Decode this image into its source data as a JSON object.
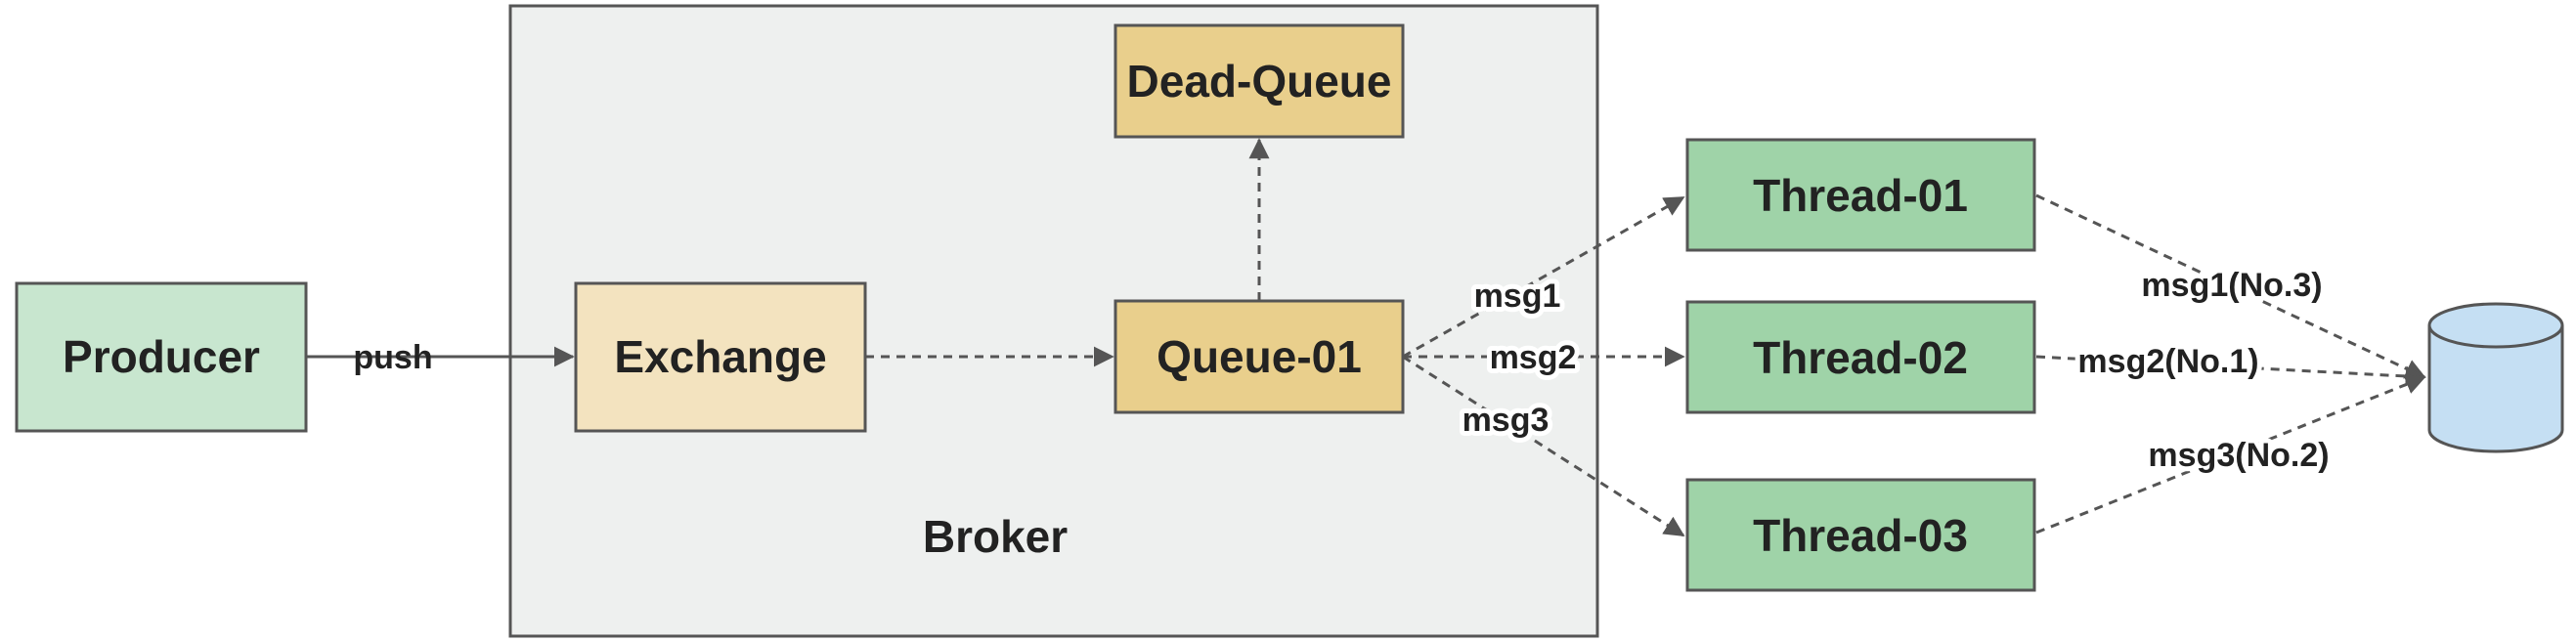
{
  "colors": {
    "producer_fill": "#c8e6cf",
    "exchange_fill": "#f3e3bf",
    "queue_fill": "#e9cf8c",
    "thread_fill": "#9fd3a8",
    "broker_fill": "#eef0ef",
    "database_fill": "#c5dff3",
    "stroke": "#555555"
  },
  "nodes": {
    "producer": "Producer",
    "broker": "Broker",
    "exchange": "Exchange",
    "queue": "Queue-01",
    "dead_queue": "Dead-Queue",
    "thread1": "Thread-01",
    "thread2": "Thread-02",
    "thread3": "Thread-03",
    "database_icon": "database-cylinder-icon"
  },
  "edges": {
    "push": "push",
    "msg1": "msg1",
    "msg2": "msg2",
    "msg3": "msg3",
    "out1": "msg1(No.3)",
    "out2": "msg2(No.1)",
    "out3": "msg3(No.2)"
  }
}
